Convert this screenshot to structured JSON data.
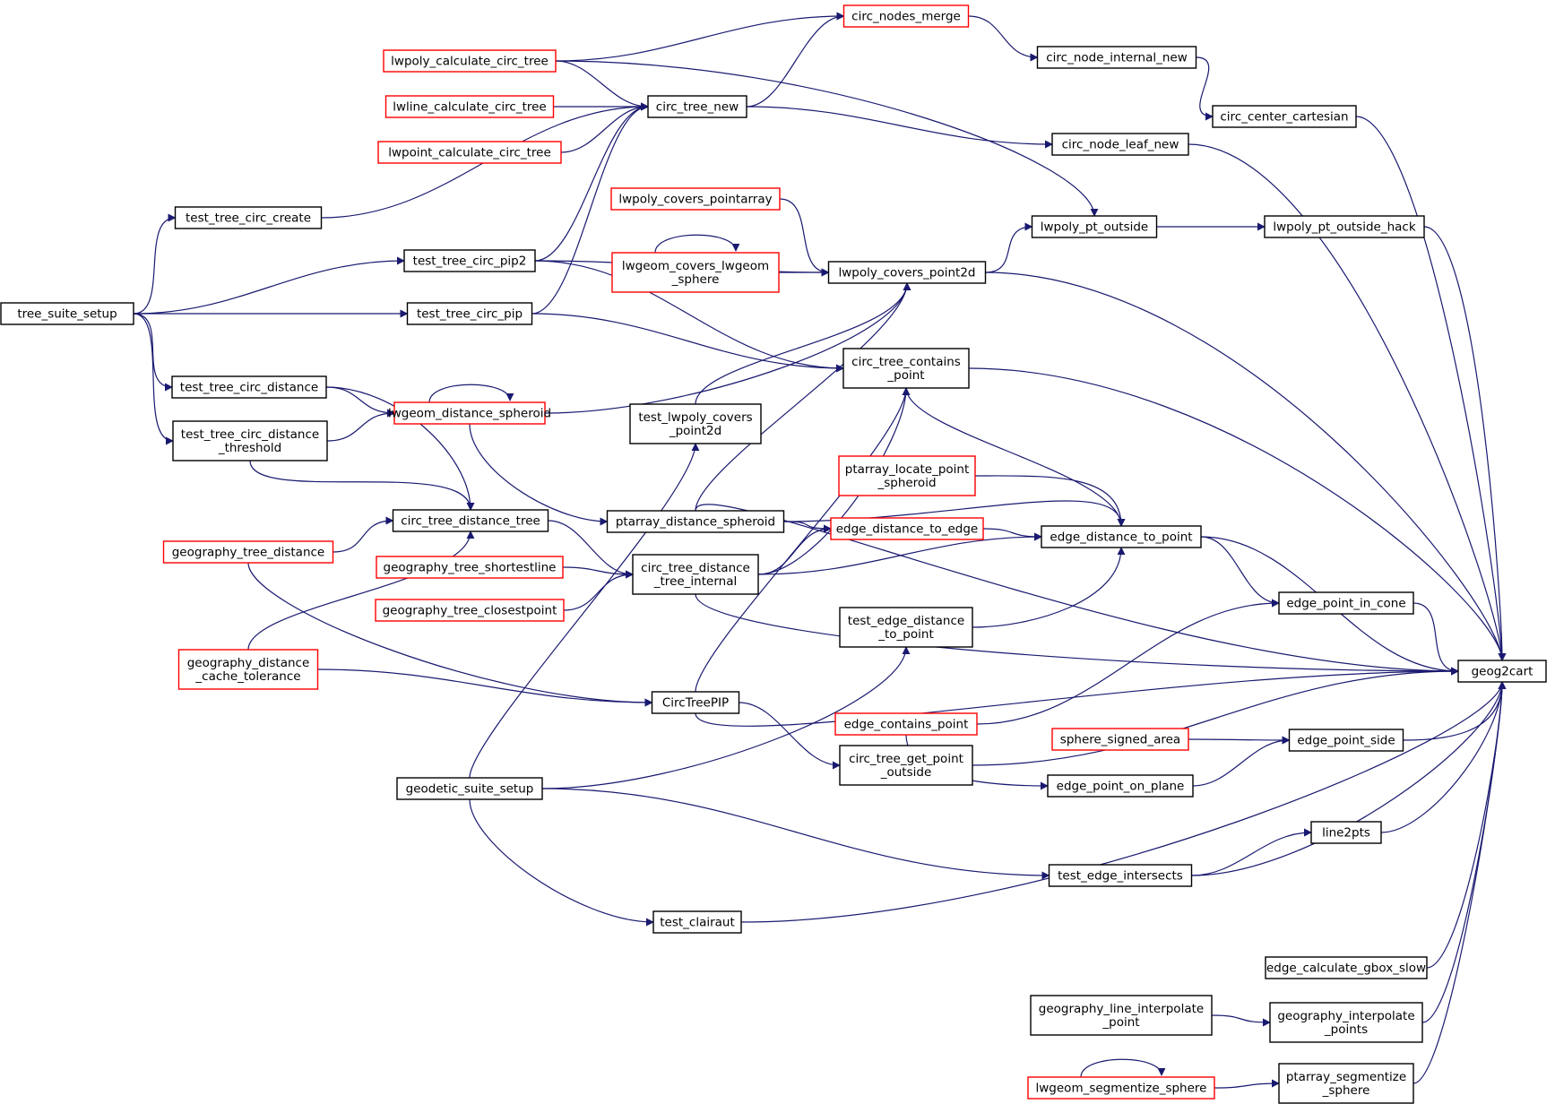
{
  "colors": {
    "edge": "#191970",
    "node_border_normal": "#000000",
    "node_border_truncated": "#ff0000",
    "node_fill_highlight": "#bfbfbf",
    "node_fill": "#ffffff"
  },
  "nodes": {
    "geog2cart": {
      "lines": [
        "geog2cart"
      ],
      "style": "highlight"
    },
    "circ_nodes_merge": {
      "lines": [
        "circ_nodes_merge"
      ],
      "style": "truncated"
    },
    "lwpoly_calculate_circ_tree": {
      "lines": [
        "lwpoly_calculate_circ_tree"
      ],
      "style": "truncated"
    },
    "circ_node_internal_new": {
      "lines": [
        "circ_node_internal_new"
      ],
      "style": "normal"
    },
    "lwline_calculate_circ_tree": {
      "lines": [
        "lwline_calculate_circ_tree"
      ],
      "style": "truncated"
    },
    "circ_tree_new": {
      "lines": [
        "circ_tree_new"
      ],
      "style": "normal"
    },
    "circ_center_cartesian": {
      "lines": [
        "circ_center_cartesian"
      ],
      "style": "normal"
    },
    "lwpoint_calculate_circ_tree": {
      "lines": [
        "lwpoint_calculate_circ_tree"
      ],
      "style": "truncated"
    },
    "circ_node_leaf_new": {
      "lines": [
        "circ_node_leaf_new"
      ],
      "style": "normal"
    },
    "lwpoly_covers_pointarray": {
      "lines": [
        "lwpoly_covers_pointarray"
      ],
      "style": "truncated"
    },
    "test_tree_circ_create": {
      "lines": [
        "test_tree_circ_create"
      ],
      "style": "normal"
    },
    "lwpoly_pt_outside": {
      "lines": [
        "lwpoly_pt_outside"
      ],
      "style": "normal"
    },
    "lwpoly_pt_outside_hack": {
      "lines": [
        "lwpoly_pt_outside_hack"
      ],
      "style": "normal"
    },
    "lwgeom_covers_lwgeom_sphere": {
      "lines": [
        "lwgeom_covers_lwgeom",
        "_sphere"
      ],
      "style": "truncated"
    },
    "test_tree_circ_pip2": {
      "lines": [
        "test_tree_circ_pip2"
      ],
      "style": "normal"
    },
    "lwpoly_covers_point2d": {
      "lines": [
        "lwpoly_covers_point2d"
      ],
      "style": "normal"
    },
    "tree_suite_setup": {
      "lines": [
        "tree_suite_setup"
      ],
      "style": "normal"
    },
    "test_tree_circ_pip": {
      "lines": [
        "test_tree_circ_pip"
      ],
      "style": "normal"
    },
    "circ_tree_contains_point": {
      "lines": [
        "circ_tree_contains",
        "_point"
      ],
      "style": "normal"
    },
    "test_tree_circ_distance": {
      "lines": [
        "test_tree_circ_distance"
      ],
      "style": "normal"
    },
    "lwgeom_distance_spheroid": {
      "lines": [
        "lwgeom_distance_spheroid"
      ],
      "style": "truncated"
    },
    "test_tree_circ_distance_threshold": {
      "lines": [
        "test_tree_circ_distance",
        "_threshold"
      ],
      "style": "normal"
    },
    "test_lwpoly_covers_point2d": {
      "lines": [
        "test_lwpoly_covers",
        "_point2d"
      ],
      "style": "normal"
    },
    "ptarray_locate_point_spheroid": {
      "lines": [
        "ptarray_locate_point",
        "_spheroid"
      ],
      "style": "truncated"
    },
    "circ_tree_distance_tree": {
      "lines": [
        "circ_tree_distance_tree"
      ],
      "style": "normal"
    },
    "ptarray_distance_spheroid": {
      "lines": [
        "ptarray_distance_spheroid"
      ],
      "style": "normal"
    },
    "edge_distance_to_edge": {
      "lines": [
        "edge_distance_to_edge"
      ],
      "style": "truncated"
    },
    "edge_distance_to_point": {
      "lines": [
        "edge_distance_to_point"
      ],
      "style": "normal"
    },
    "geography_tree_distance": {
      "lines": [
        "geography_tree_distance"
      ],
      "style": "truncated"
    },
    "geography_tree_shortestline": {
      "lines": [
        "geography_tree_shortestline"
      ],
      "style": "truncated"
    },
    "circ_tree_distance_tree_internal": {
      "lines": [
        "circ_tree_distance",
        "_tree_internal"
      ],
      "style": "normal"
    },
    "edge_point_in_cone": {
      "lines": [
        "edge_point_in_cone"
      ],
      "style": "normal"
    },
    "geography_tree_closestpoint": {
      "lines": [
        "geography_tree_closestpoint"
      ],
      "style": "truncated"
    },
    "test_edge_distance_to_point": {
      "lines": [
        "test_edge_distance",
        "_to_point"
      ],
      "style": "normal"
    },
    "geography_distance_cache_tolerance": {
      "lines": [
        "geography_distance",
        "_cache_tolerance"
      ],
      "style": "truncated"
    },
    "CircTreePIP": {
      "lines": [
        "CircTreePIP"
      ],
      "style": "normal"
    },
    "edge_contains_point": {
      "lines": [
        "edge_contains_point"
      ],
      "style": "truncated"
    },
    "sphere_signed_area": {
      "lines": [
        "sphere_signed_area"
      ],
      "style": "truncated"
    },
    "edge_point_side": {
      "lines": [
        "edge_point_side"
      ],
      "style": "normal"
    },
    "circ_tree_get_point_outside": {
      "lines": [
        "circ_tree_get_point",
        "_outside"
      ],
      "style": "normal"
    },
    "geodetic_suite_setup": {
      "lines": [
        "geodetic_suite_setup"
      ],
      "style": "normal"
    },
    "edge_point_on_plane": {
      "lines": [
        "edge_point_on_plane"
      ],
      "style": "normal"
    },
    "line2pts": {
      "lines": [
        "line2pts"
      ],
      "style": "normal"
    },
    "test_edge_intersects": {
      "lines": [
        "test_edge_intersects"
      ],
      "style": "normal"
    },
    "test_clairaut": {
      "lines": [
        "test_clairaut"
      ],
      "style": "normal"
    },
    "edge_calculate_gbox_slow": {
      "lines": [
        "edge_calculate_gbox_slow"
      ],
      "style": "normal"
    },
    "geography_line_interpolate_point": {
      "lines": [
        "geography_line_interpolate",
        "_point"
      ],
      "style": "normal"
    },
    "geography_interpolate_points": {
      "lines": [
        "geography_interpolate",
        "_points"
      ],
      "style": "normal"
    },
    "lwgeom_segmentize_sphere": {
      "lines": [
        "lwgeom_segmentize_sphere"
      ],
      "style": "truncated"
    },
    "ptarray_segmentize_sphere": {
      "lines": [
        "ptarray_segmentize",
        "_sphere"
      ],
      "style": "normal"
    }
  }
}
